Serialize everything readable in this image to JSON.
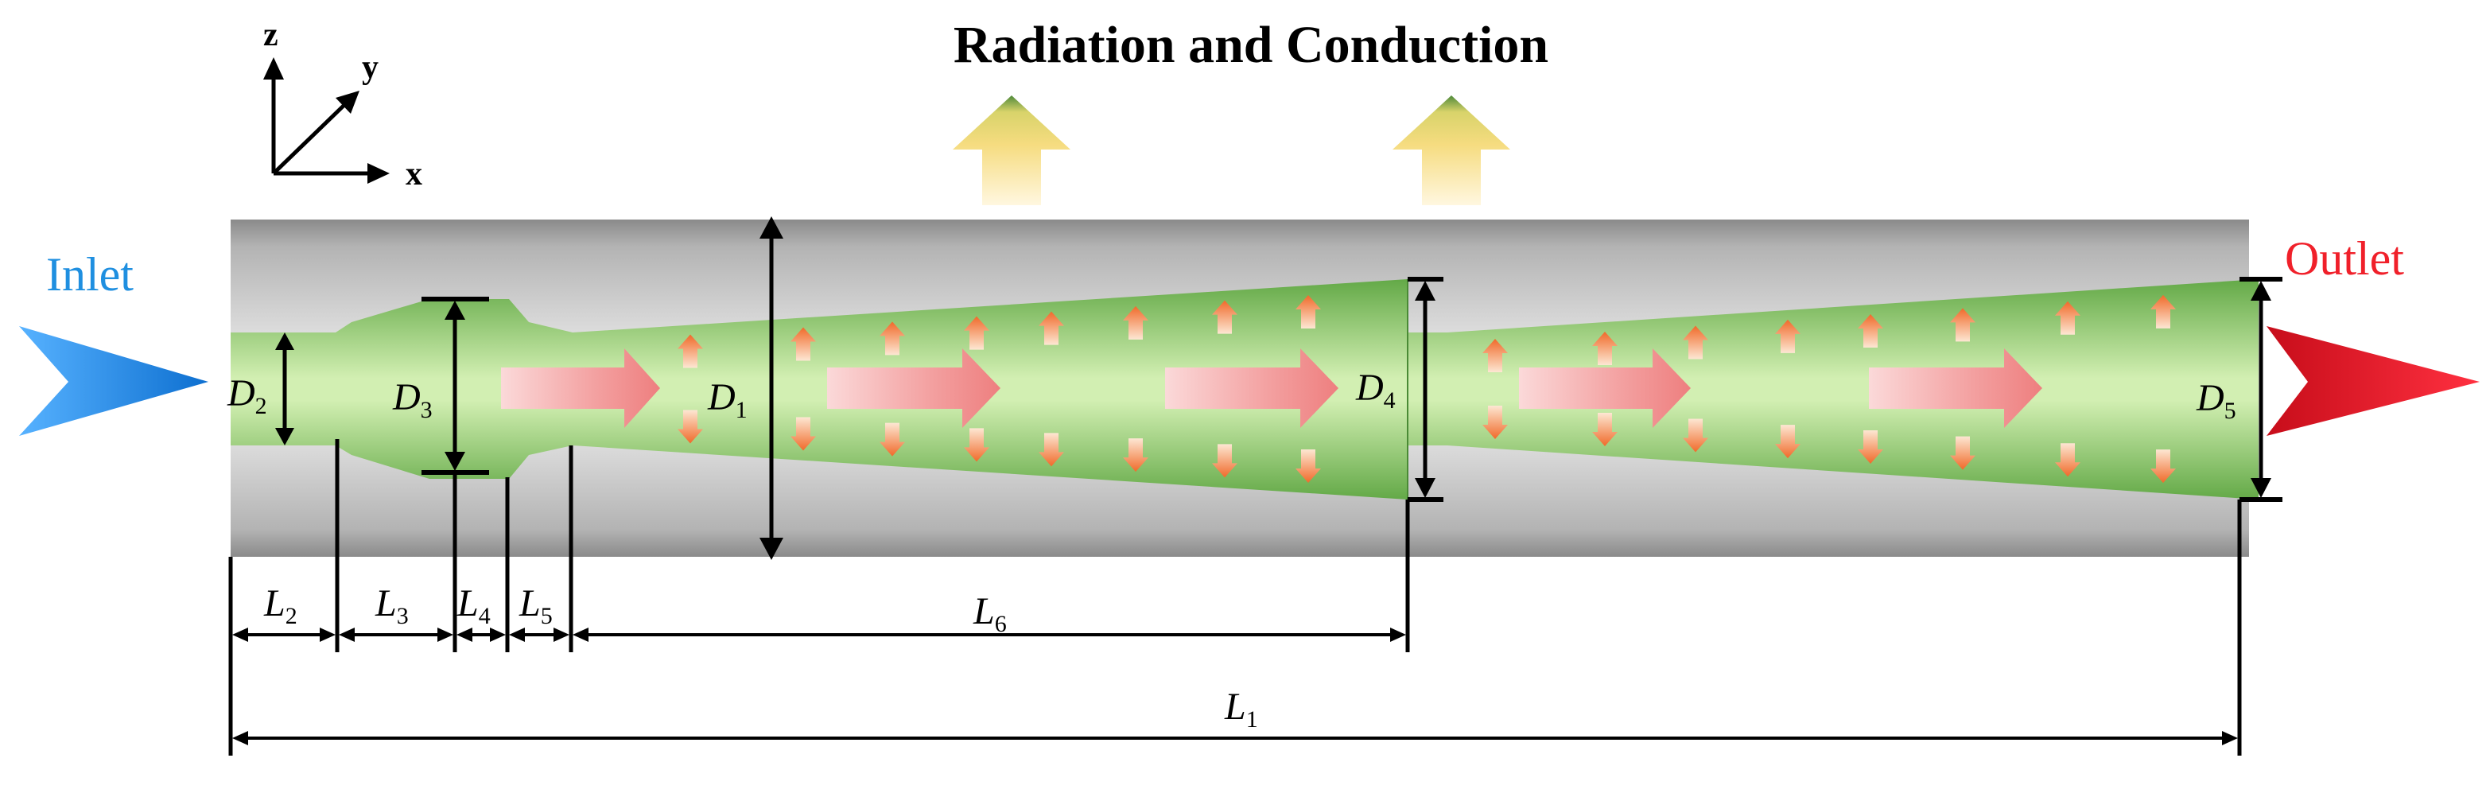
{
  "title": "Radiation and Conduction",
  "inlet_label": "Inlet",
  "outlet_label": "Outlet",
  "axes": {
    "z": "z",
    "y": "y",
    "x": "x"
  },
  "diameters": [
    {
      "letter": "D",
      "sub": "1"
    },
    {
      "letter": "D",
      "sub": "2"
    },
    {
      "letter": "D",
      "sub": "3"
    },
    {
      "letter": "D",
      "sub": "4"
    },
    {
      "letter": "D",
      "sub": "5"
    }
  ],
  "lengths": [
    {
      "letter": "L",
      "sub": "1"
    },
    {
      "letter": "L",
      "sub": "2"
    },
    {
      "letter": "L",
      "sub": "3"
    },
    {
      "letter": "L",
      "sub": "4"
    },
    {
      "letter": "L",
      "sub": "5"
    },
    {
      "letter": "L",
      "sub": "6"
    }
  ],
  "colors": {
    "inlet": "#1f8fe0",
    "outlet": "#f0202a",
    "fluid": "#8ecf6a",
    "wall": "#b9b9b9",
    "flow_arrow": "#f28a8a",
    "heat_arrow": "#f07a3c"
  }
}
